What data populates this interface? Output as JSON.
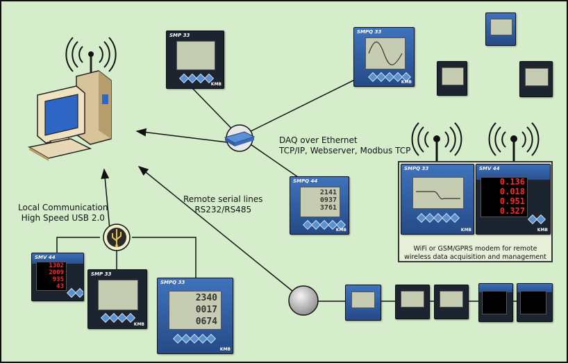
{
  "labels": {
    "ethernet_line1": "DAQ over Ethernet",
    "ethernet_line2": "TCP/IP, Webserver, Modbus TCP",
    "serial_line1": "Remote serial lines",
    "serial_line2": "RS232/RS485",
    "usb_line1": "Local Communication",
    "usb_line2": "High Speed USB 2.0",
    "wireless_line1": "WiFi or GSM/GPRS modem for remote",
    "wireless_line2": "wireless data acquisition and management"
  },
  "devices": {
    "smpq33": "SMPQ 33",
    "smpq44": "SMPQ 44",
    "smp33": "SMP 33",
    "smv44": "SMV 44",
    "brand": "KMB",
    "smpq44_rows": [
      "2141",
      "0937",
      "3761"
    ],
    "smpq33_rows": [
      "2340",
      "0017",
      "0674"
    ],
    "smv44_rows": [
      "0.136",
      "0.018",
      "0.951",
      "0.327"
    ],
    "small_smv_rows": [
      "1302",
      "2009",
      "935",
      "43"
    ]
  },
  "colors": {
    "background": "#d6edcc",
    "device_blue": "#2f5ea5",
    "led_red": "#ff2a2a",
    "hub_bronze": "#b8860b"
  }
}
